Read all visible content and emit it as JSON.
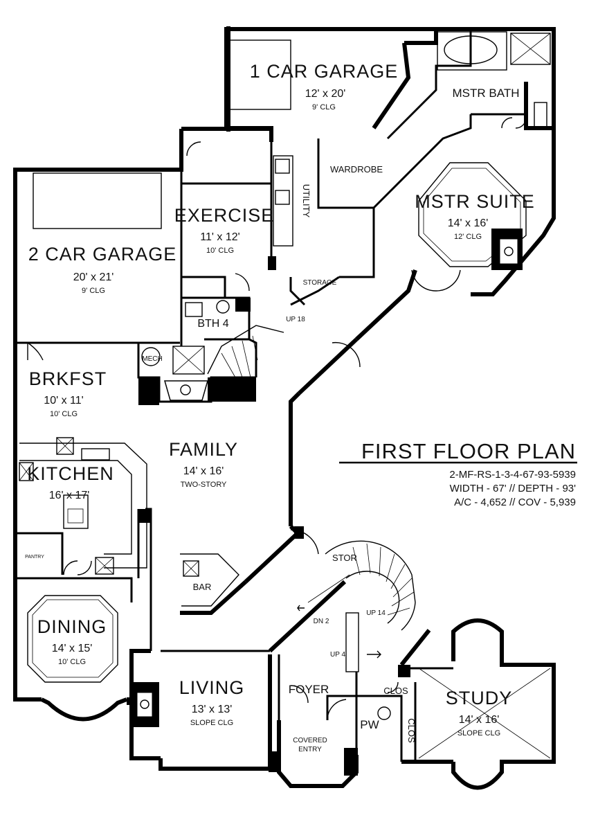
{
  "plan": {
    "title": "FIRST FLOOR PLAN",
    "info_lines": [
      "2-MF-RS-1-3-4-67-93-5939",
      "WIDTH - 67' // DEPTH - 93'",
      "A/C - 4,652 // COV - 5,939"
    ]
  },
  "rooms": {
    "garage1": {
      "name": "1 CAR GARAGE",
      "size": "12' x 20'",
      "ceiling": "9' CLG"
    },
    "mstr_bath": {
      "name": "MSTR BATH"
    },
    "wardrobe": {
      "name": "WARDROBE"
    },
    "mstr_suite": {
      "name": "MSTR SUITE",
      "size": "14' x 16'",
      "ceiling": "12' CLG"
    },
    "utility": {
      "name": "UTILITY"
    },
    "exercise": {
      "name": "EXERCISE",
      "size": "11' x 12'",
      "ceiling": "10' CLG"
    },
    "garage2": {
      "name": "2 CAR GARAGE",
      "size": "20' x 21'",
      "ceiling": "9' CLG"
    },
    "storage": {
      "name": "STORAGE"
    },
    "bth4": {
      "name": "BTH 4"
    },
    "mech": {
      "name": "MECH"
    },
    "brkfst": {
      "name": "BRKFST",
      "size": "10' x 11'",
      "ceiling": "10' CLG"
    },
    "family": {
      "name": "FAMILY",
      "size": "14' x 16'",
      "ceiling": "TWO-STORY"
    },
    "kitchen": {
      "name": "KITCHEN",
      "size": "16' x 17'"
    },
    "pantry": {
      "name": "PANTRY"
    },
    "bar": {
      "name": "BAR"
    },
    "stor": {
      "name": "STOR"
    },
    "dining": {
      "name": "DINING",
      "size": "14' x 15'",
      "ceiling": "10' CLG"
    },
    "living": {
      "name": "LIVING",
      "size": "13' x 13'",
      "ceiling": "SLOPE CLG"
    },
    "foyer": {
      "name": "FOYER"
    },
    "covered_entry": {
      "name": "COVERED",
      "name2": "ENTRY"
    },
    "pw": {
      "name": "PW"
    },
    "clos": {
      "name": "CLOS"
    },
    "study": {
      "name": "STUDY",
      "size": "14' x 16'",
      "ceiling": "SLOPE CLG"
    }
  },
  "stairs": {
    "up18": "UP 18",
    "up14": "UP 14",
    "dn2": "DN 2",
    "up4": "UP 4"
  }
}
